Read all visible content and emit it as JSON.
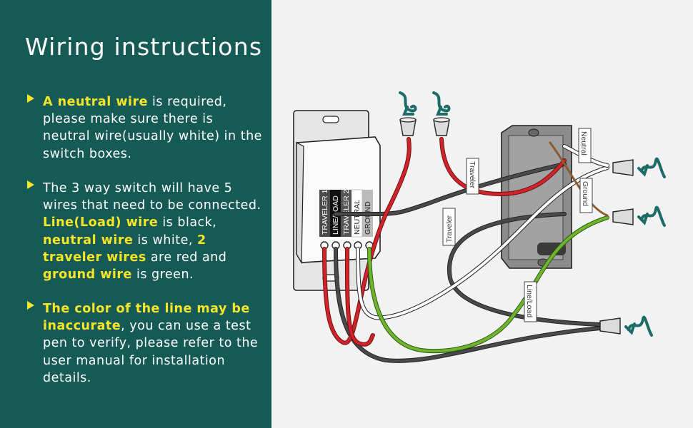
{
  "title": "Wiring instructions",
  "bullets": [
    {
      "parts": [
        {
          "text": "A neutral wire",
          "highlight": true
        },
        {
          "text": " is required, please make sure there is neutral wire(usually white) in the switch boxes.",
          "highlight": false
        }
      ]
    },
    {
      "parts": [
        {
          "text": "The 3 way switch will have 5 wires that need to be connected. ",
          "highlight": false
        },
        {
          "text": "Line(Load) wire",
          "highlight": true
        },
        {
          "text": " is black, ",
          "highlight": false
        },
        {
          "text": "neutral wire",
          "highlight": true
        },
        {
          "text": " is white, ",
          "highlight": false
        },
        {
          "text": "2 traveler wires",
          "highlight": true
        },
        {
          "text": " are red and ",
          "highlight": false
        },
        {
          "text": "ground wire",
          "highlight": true
        },
        {
          "text": " is green.",
          "highlight": false
        }
      ]
    },
    {
      "parts": [
        {
          "text": "The color of the line may be inaccurate",
          "highlight": true
        },
        {
          "text": ", you can use a test pen to verify, please refer to the user manual for installation details.",
          "highlight": false
        }
      ]
    }
  ],
  "switch_terminals": [
    "TRAVELER 1",
    "LINE/LOAD",
    "TRAVELER 2",
    "NEUTRAL",
    "GROUND"
  ],
  "wire_labels": {
    "traveler_top": "Traveler",
    "traveler_mid": "Traveler",
    "neutral": "Neutral",
    "ground": "Ground",
    "line_load": "Line/Load"
  },
  "colors": {
    "panel": "#165a55",
    "highlight": "#f6e528",
    "traveler": "#d2232a",
    "line_load": "#4a4a4a",
    "neutral": "#ffffff",
    "ground": "#6fb52c",
    "icon": "#1d6b67"
  },
  "icons": [
    "bullet-arrow-icon",
    "wire-nut-icon",
    "twist-arrow-icon"
  ]
}
